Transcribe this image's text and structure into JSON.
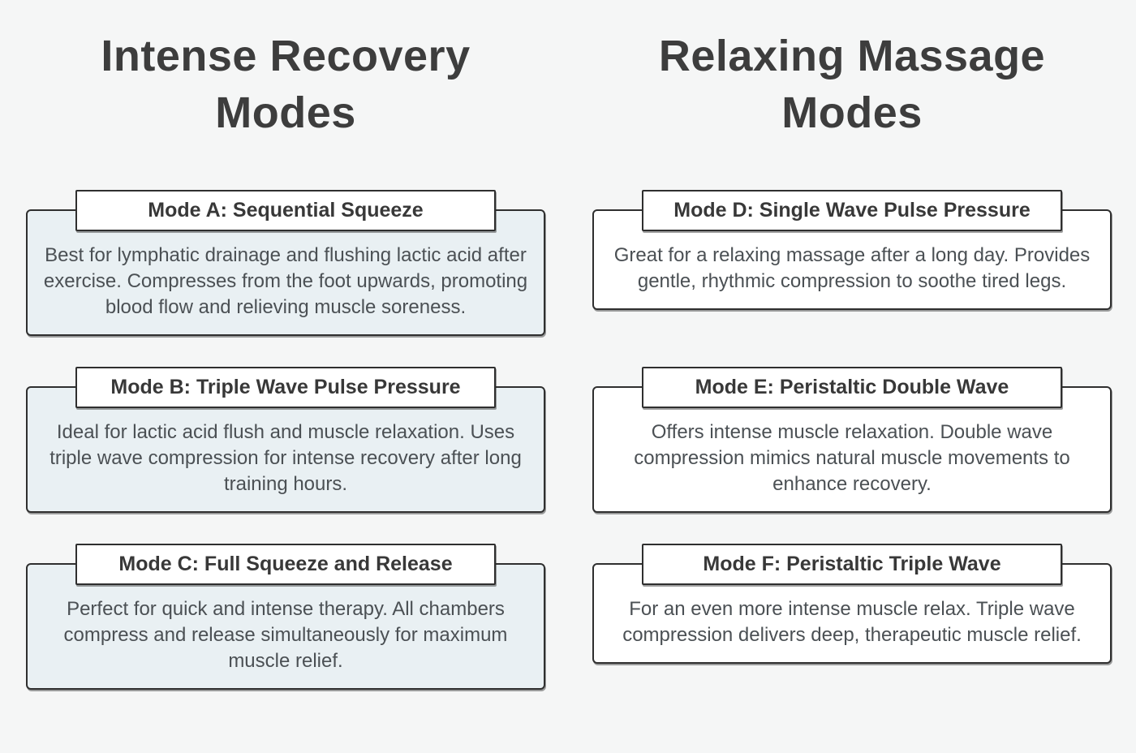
{
  "page": {
    "background_color": "#f5f6f6",
    "border_color": "#2f2f2f",
    "heading_color": "#3d3d3d",
    "body_text_color": "#4b5054"
  },
  "columns": [
    {
      "id": "intense-recovery",
      "title": "Intense Recovery Modes",
      "card_background": "#e9f0f3",
      "cards": [
        {
          "title": "Mode A: Sequential Squeeze",
          "description": "Best for lymphatic drainage and flushing lactic acid after exercise. Compresses from the foot upwards, promoting blood flow and relieving muscle soreness."
        },
        {
          "title": "Mode B: Triple Wave Pulse Pressure",
          "description": "Ideal for lactic acid flush and muscle relaxation. Uses triple wave compression for intense recovery after long training hours."
        },
        {
          "title": "Mode C: Full Squeeze and Release",
          "description": "Perfect for quick and intense therapy. All chambers compress and release simultaneously for maximum muscle relief."
        }
      ]
    },
    {
      "id": "relaxing-massage",
      "title": "Relaxing Massage Modes",
      "card_background": "#ffffff",
      "cards": [
        {
          "title": "Mode D: Single Wave Pulse Pressure",
          "description": "Great for a relaxing massage after a long day. Provides gentle, rhythmic compression to soothe tired legs."
        },
        {
          "title": "Mode E: Peristaltic Double Wave",
          "description": "Offers intense muscle relaxation. Double wave compression mimics natural muscle movements to enhance recovery."
        },
        {
          "title": "Mode F: Peristaltic Triple Wave",
          "description": "For an even more intense muscle relax. Triple wave compression delivers deep, therapeutic muscle relief."
        }
      ]
    }
  ]
}
